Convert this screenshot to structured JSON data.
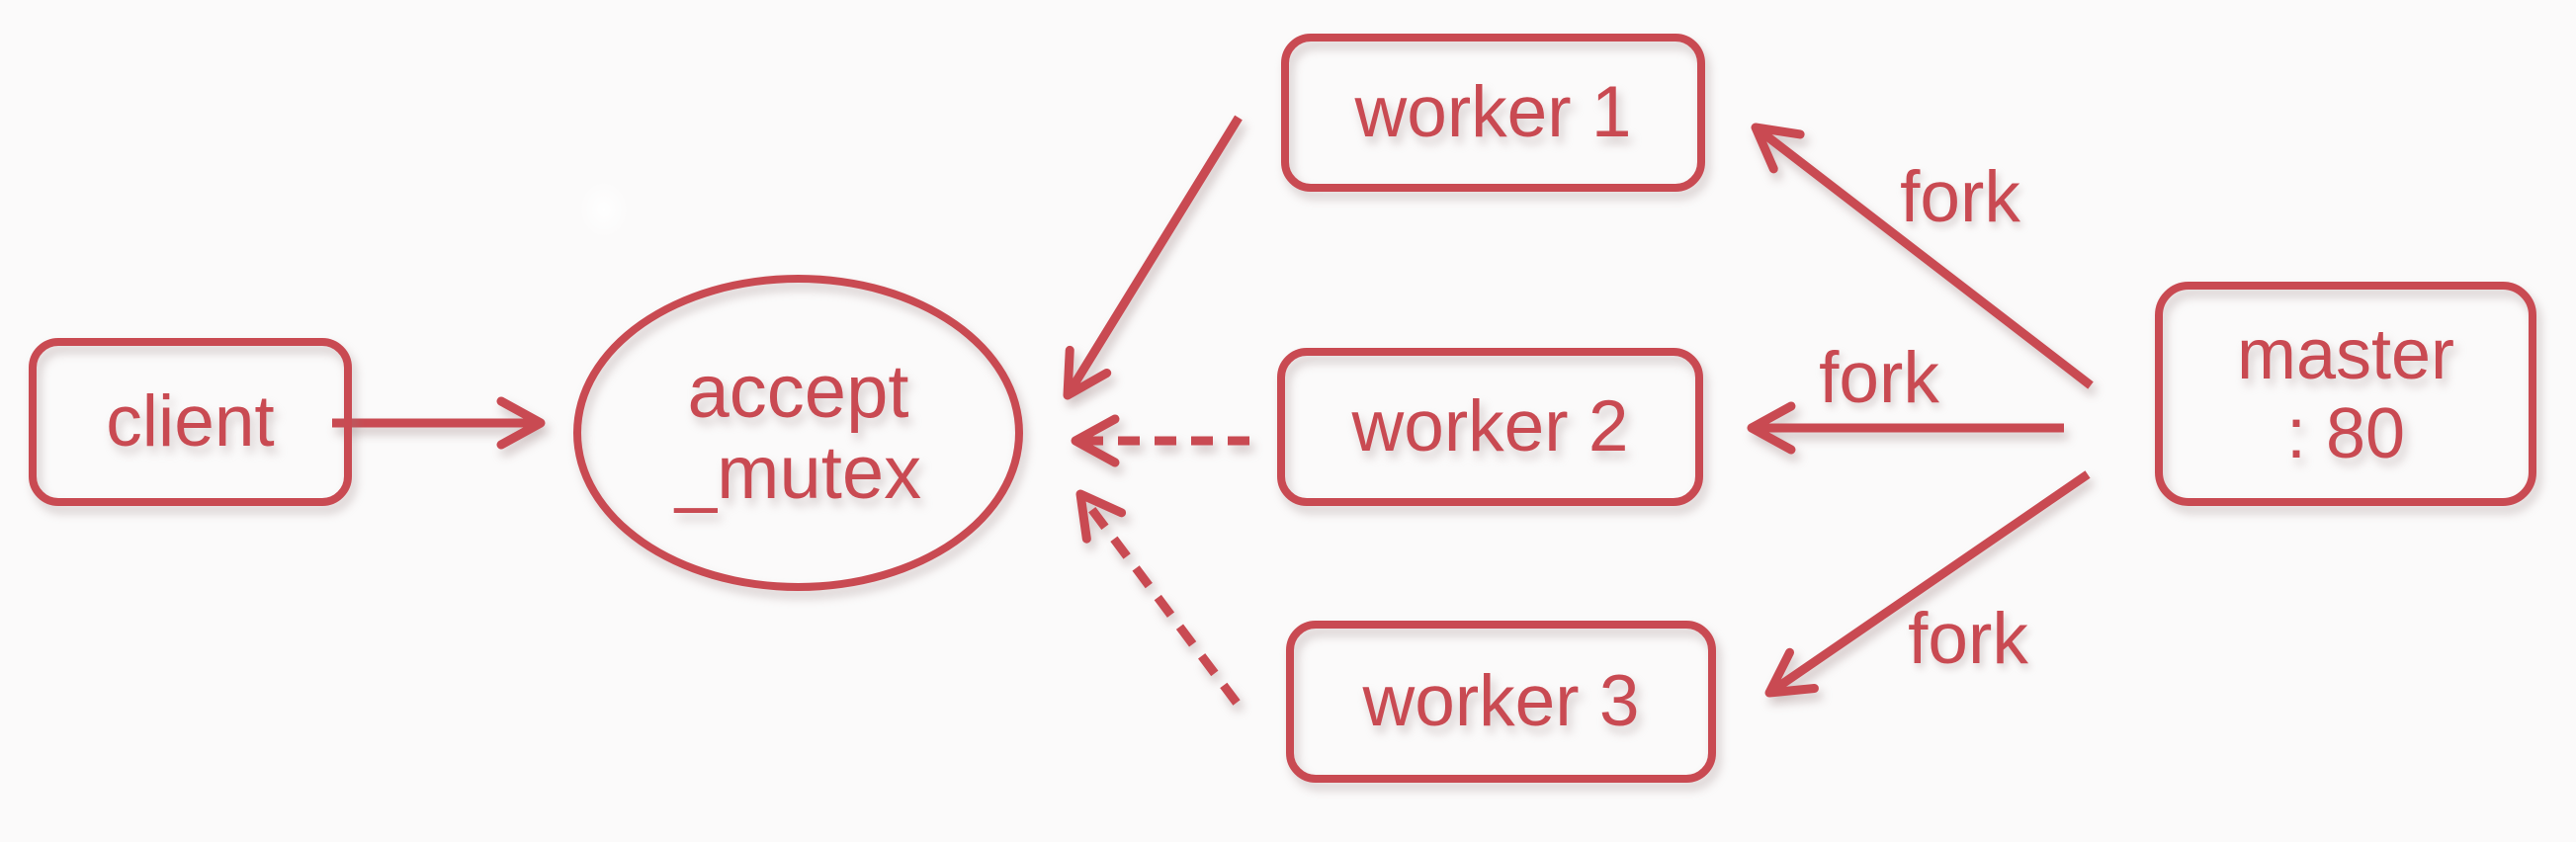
{
  "diagram": {
    "type": "process-architecture-flow",
    "accent_color": "#c94a52",
    "background_color": "#fbfafa",
    "nodes": {
      "client": {
        "label": "client",
        "shape": "rounded-rect"
      },
      "mutex": {
        "line1": "accept",
        "line2": "_mutex",
        "shape": "ellipse"
      },
      "worker1": {
        "label": "worker 1",
        "shape": "rounded-rect"
      },
      "worker2": {
        "label": "worker 2",
        "shape": "rounded-rect"
      },
      "worker3": {
        "label": "worker 3",
        "shape": "rounded-rect"
      },
      "master": {
        "line1": "master",
        "line2": ": 80",
        "shape": "rounded-rect"
      }
    },
    "edges": [
      {
        "from": "client",
        "to": "accept_mutex",
        "style": "solid",
        "label": ""
      },
      {
        "from": "worker1",
        "to": "accept_mutex",
        "style": "solid",
        "label": ""
      },
      {
        "from": "worker2",
        "to": "accept_mutex",
        "style": "dashed",
        "label": ""
      },
      {
        "from": "worker3",
        "to": "accept_mutex",
        "style": "dashed",
        "label": ""
      },
      {
        "from": "master",
        "to": "worker1",
        "style": "solid",
        "label": "fork"
      },
      {
        "from": "master",
        "to": "worker2",
        "style": "solid",
        "label": "fork"
      },
      {
        "from": "master",
        "to": "worker3",
        "style": "solid",
        "label": "fork"
      }
    ]
  }
}
